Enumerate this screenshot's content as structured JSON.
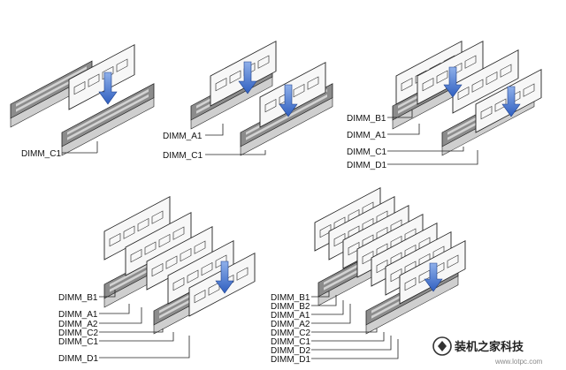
{
  "panels": [
    {
      "labels": [
        "DIMM_C1"
      ],
      "arrow_count": 1
    },
    {
      "labels": [
        "DIMM_A1",
        "DIMM_C1"
      ],
      "arrow_count": 2
    },
    {
      "labels": [
        "DIMM_B1",
        "DIMM_A1",
        "DIMM_C1",
        "DIMM_D1"
      ],
      "arrow_count": 2
    },
    {
      "labels": [
        "DIMM_B1",
        "DIMM_A1",
        "DIMM_A2",
        "DIMM_C2",
        "DIMM_C1",
        "DIMM_D1"
      ],
      "arrow_count": 1
    },
    {
      "labels": [
        "DIMM_B1",
        "DIMM_B2",
        "DIMM_A1",
        "DIMM_A2",
        "DIMM_C2",
        "DIMM_C1",
        "DIMM_D2",
        "DIMM_D1"
      ],
      "arrow_count": 1
    }
  ],
  "watermark": {
    "text": "装机之家科技",
    "url": "www.lotpc.com"
  },
  "colors": {
    "slot_dark": "#8c8c8c",
    "slot_light": "#d2d2d2",
    "latch": "#e9e9e9",
    "stick": "#f7f7f7",
    "outline": "#222222",
    "arrow": "#3a6fd0"
  }
}
